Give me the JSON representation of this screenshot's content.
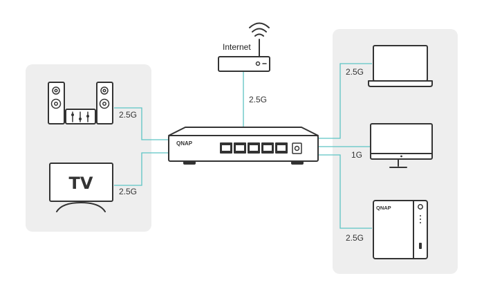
{
  "brand": "QNAP",
  "nas_brand": "QNAP",
  "tv_text": "TV",
  "router": {
    "label": "Internet",
    "speed": "2.5G"
  },
  "left_links": {
    "speaker_speed": "2.5G",
    "tv_speed": "2.5G"
  },
  "right_links": {
    "laptop_speed": "2.5G",
    "monitor_speed": "1G",
    "nas_speed": "2.5G"
  },
  "colors": {
    "wire": "#5cc4c4",
    "panel": "#eeeeee",
    "stroke": "#333333"
  },
  "icons": [
    "wifi-icon",
    "router-icon",
    "speaker-icon",
    "mixer-icon",
    "tv-icon",
    "switch-icon",
    "laptop-icon",
    "monitor-icon",
    "nas-icon"
  ]
}
